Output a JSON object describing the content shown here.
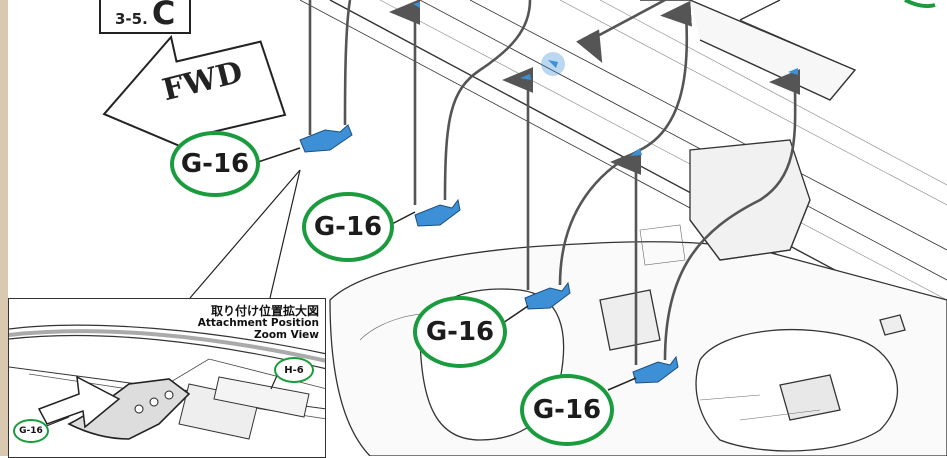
{
  "step": {
    "number": "3-5.",
    "letter": "C"
  },
  "direction_label": "FWD",
  "part_callouts": [
    "G-16",
    "G-16",
    "G-16",
    "G-16"
  ],
  "zoom_view": {
    "title_jp": "取り付け位置拡大図",
    "title_en_1": "Attachment Position",
    "title_en_2": "Zoom View",
    "part_a": "H-6",
    "part_b": "G-16"
  },
  "colors": {
    "callout_ring": "#1a9c3e",
    "part_blue": "#3d8fd6",
    "arrow_gray": "#555555"
  }
}
